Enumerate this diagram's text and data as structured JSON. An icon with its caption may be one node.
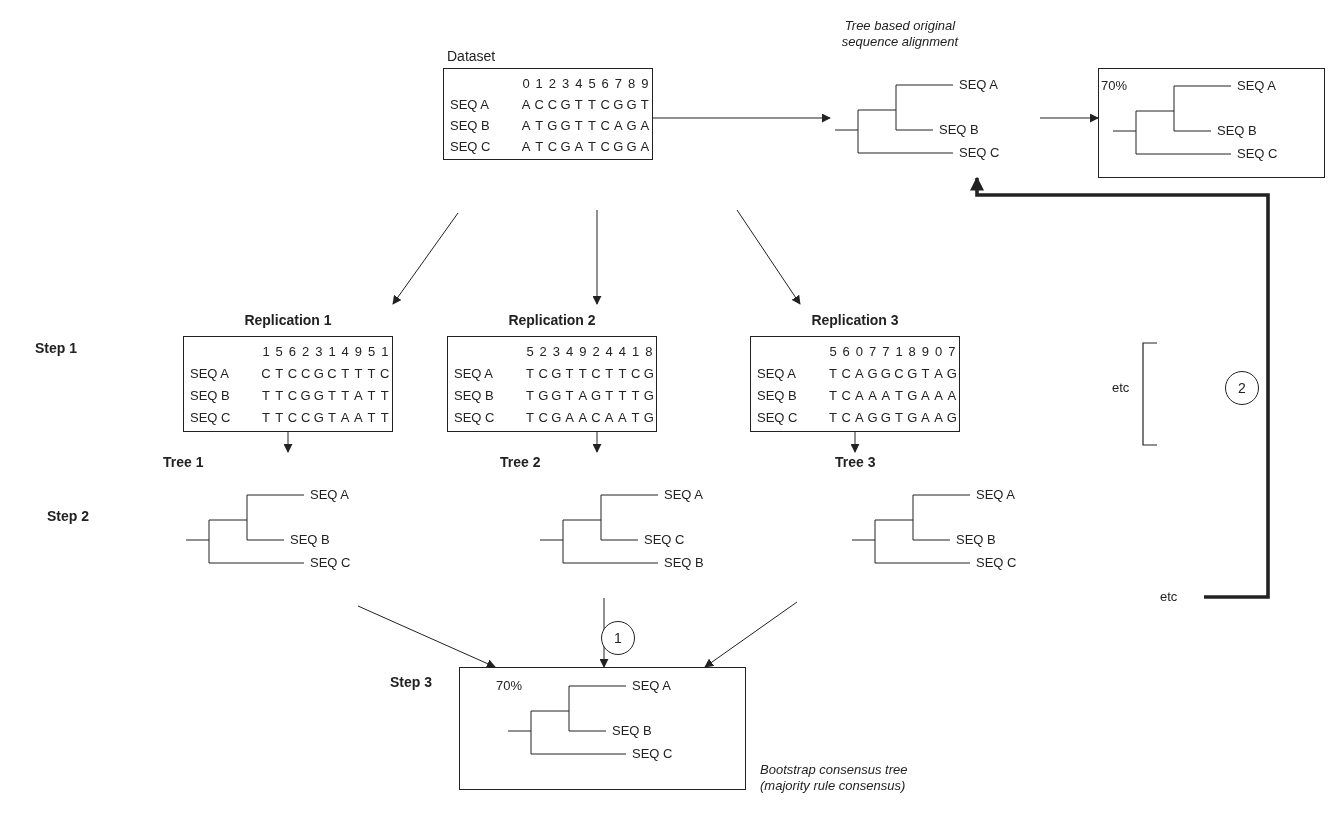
{
  "diagram": {
    "nodes": [
      {
        "text": [
          "Dataset"
        ]
      },
      {
        "text": [
          "Tree based original sequence alignment",
          "SEQ A",
          "SEQ B",
          "SEQ C"
        ]
      },
      {
        "text": [
          "70%",
          "SEQ A",
          "SEQ B",
          "SEQ C"
        ]
      },
      {
        "text": [
          "Replication 1"
        ]
      },
      {
        "text": [
          "Replication 2"
        ]
      },
      {
        "text": [
          "Replication 3"
        ]
      },
      {
        "text": [
          "Tree 1",
          "SEQ A",
          "SEQ B",
          "SEQ C"
        ]
      },
      {
        "text": [
          "Tree 2",
          "SEQ A",
          "SEQ C",
          "SEQ B"
        ]
      },
      {
        "text": [
          "Tree 3",
          "SEQ A",
          "SEQ B",
          "SEQ C"
        ]
      },
      {
        "text": [
          "etc"
        ]
      },
      {
        "text": [
          "70%",
          "SEQ A",
          "SEQ B",
          "SEQ C"
        ],
        "beside": [
          "Bootstrap consensus tree (majority rule consensus)"
        ]
      },
      {
        "text": [
          "1"
        ]
      },
      {
        "text": [
          "2"
        ]
      }
    ],
    "edges": [
      {
        "from": 0,
        "to": 1,
        "arrow": "to"
      },
      {
        "from": 1,
        "to": 2,
        "arrow": "to"
      },
      {
        "from": null,
        "to": 3,
        "arrow": "to"
      },
      {
        "from": null,
        "to": 4,
        "arrow": "to"
      },
      {
        "from": null,
        "to": 5,
        "arrow": "to"
      },
      {
        "from": 3,
        "to": 6,
        "arrow": "to"
      },
      {
        "from": 4,
        "to": 7,
        "arrow": "to"
      },
      {
        "from": 5,
        "to": 8,
        "arrow": "to"
      },
      {
        "from": null,
        "to": 10,
        "arrow": "to"
      },
      {
        "from": null,
        "to": 10,
        "arrow": "to"
      },
      {
        "from": null,
        "to": 10,
        "arrow": "to"
      },
      {
        "from": 9,
        "to": 1,
        "arrow": "to",
        "style": "thick"
      }
    ],
    "labels": [
      "0",
      "1",
      "2",
      "3",
      "4",
      "5",
      "6",
      "7",
      "8",
      "9",
      "SEQ A",
      "A",
      "C",
      "C",
      "G",
      "T",
      "T",
      "C",
      "G",
      "G",
      "T",
      "SEQ B",
      "A",
      "T",
      "G",
      "G",
      "T",
      "T",
      "C",
      "A",
      "G",
      "A",
      "SEQ C",
      "A",
      "T",
      "C",
      "G",
      "A",
      "T",
      "C",
      "G",
      "G",
      "A",
      "1",
      "5",
      "6",
      "2",
      "3",
      "1",
      "4",
      "9",
      "5",
      "1",
      "SEQ A",
      "C",
      "T",
      "C",
      "C",
      "G",
      "C",
      "T",
      "T",
      "T",
      "C",
      "SEQ B",
      "T",
      "T",
      "C",
      "G",
      "G",
      "T",
      "T",
      "A",
      "T",
      "T",
      "SEQ C",
      "T",
      "T",
      "C",
      "C",
      "G",
      "T",
      "A",
      "A",
      "T",
      "T",
      "5",
      "2",
      "3",
      "4",
      "9",
      "2",
      "4",
      "4",
      "1",
      "8",
      "SEQ A",
      "T",
      "C",
      "G",
      "T",
      "T",
      "C",
      "T",
      "T",
      "C",
      "G",
      "SEQ B",
      "T",
      "G",
      "G",
      "T",
      "A",
      "G",
      "T",
      "T",
      "T",
      "G",
      "SEQ C",
      "T",
      "C",
      "G",
      "A",
      "A",
      "C",
      "A",
      "A",
      "T",
      "G",
      "5",
      "6",
      "0",
      "7",
      "7",
      "1",
      "8",
      "9",
      "0",
      "7",
      "SEQ A",
      "T",
      "C",
      "A",
      "G",
      "G",
      "C",
      "G",
      "T",
      "A",
      "G",
      "SEQ B",
      "T",
      "C",
      "A",
      "A",
      "A",
      "T",
      "G",
      "A",
      "A",
      "A",
      "SEQ C",
      "T",
      "C",
      "A",
      "G",
      "G",
      "T",
      "G",
      "A",
      "A",
      "G",
      "Step 1",
      "Step 2",
      "Step 3",
      "etc"
    ]
  }
}
